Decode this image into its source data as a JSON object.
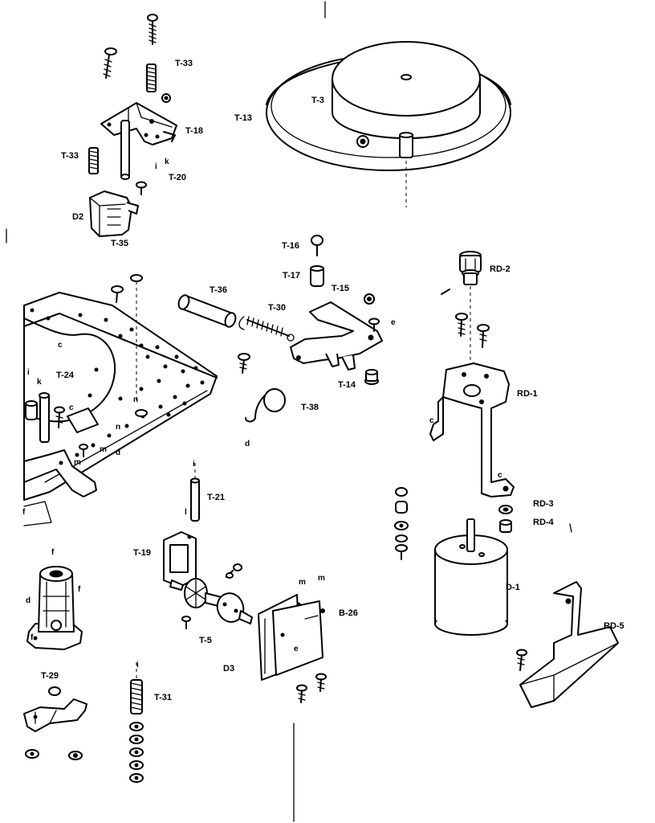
{
  "labels": {
    "t33_top": "T-33",
    "t18": "T-18",
    "t33_left": "T-33",
    "t20": "T-20",
    "i_top": "i",
    "k_top": "k",
    "d2": "D2",
    "t35": "T-35",
    "t13": "T-13",
    "t3": "T-3",
    "t16": "T-16",
    "t17": "T-17",
    "t15": "T-15",
    "rd2": "RD-2",
    "t36": "T-36",
    "t30": "T-30",
    "e_arm": "e",
    "t14": "T-14",
    "rd1": "RD-1",
    "c_bracket_left": "c",
    "c_bracket_right": "c",
    "t38": "T-38",
    "d_spring": "d",
    "c_chassis": "c",
    "i_chassis": "i",
    "k_chassis": "k",
    "t24": "T-24",
    "c_chassis2": "c",
    "n_chassis": "n",
    "n_chassis2": "n",
    "m_chassis": "m",
    "m_chassis2": "m",
    "d_chassis": "d",
    "f_chassis": "f",
    "i_t21": "i",
    "t21": "T-21",
    "l_t21": "l",
    "rd3": "RD-3",
    "rd4": "RD-4",
    "t19": "T-19",
    "f_top": "f",
    "d_left": "d",
    "f_right": "f",
    "f_bottom": "f",
    "d1": "D-1",
    "rd5": "RD-5",
    "m1": "m",
    "m2": "m",
    "b26": "B-26",
    "t5": "T-5",
    "e_plate": "e",
    "d3": "D3",
    "t29": "T-29",
    "i_t31": "i",
    "t31": "T-31"
  }
}
